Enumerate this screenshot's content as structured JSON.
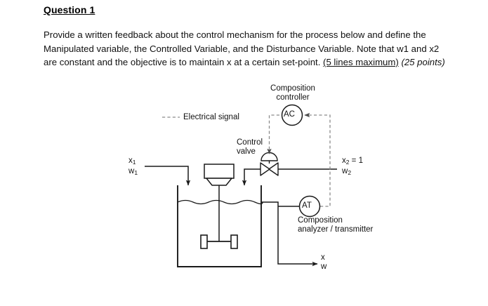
{
  "question": {
    "title": "Question 1",
    "body_lines": [
      [
        {
          "text": "Provide a written feedback about the control mechanism for the process below and define the",
          "style": "normal"
        }
      ],
      [
        {
          "text": "Manipulated variable, the Controlled Variable, and the Disturbance Variable. Note that w1 and x2",
          "style": "normal"
        }
      ],
      [
        {
          "text": "are constant and the objective is to maintain x at a certain set-point. ",
          "style": "normal"
        },
        {
          "text": "(5 lines maximum)",
          "style": "underline"
        },
        {
          "text": " ",
          "style": "normal"
        },
        {
          "text": "(25 points)",
          "style": "italic"
        }
      ]
    ]
  },
  "diagram": {
    "type": "process-control-block-diagram",
    "legend": {
      "dash_label": "Electrical signal"
    },
    "labels": {
      "composition_controller_line1": "Composition",
      "composition_controller_line2": "controller",
      "control_valve_line1": "Control",
      "control_valve_line2": "valve",
      "composition_analyzer_line1": "Composition",
      "composition_analyzer_line2": "analyzer / transmitter"
    },
    "bubbles": {
      "controller_tag": "AC",
      "transmitter_tag": "AT"
    },
    "streams": {
      "inlet1_composition": "x",
      "inlet1_composition_sub": "1",
      "inlet1_flow": "w",
      "inlet1_flow_sub": "1",
      "inlet2_composition": "x",
      "inlet2_composition_sub": "2",
      "inlet2_composition_value": " = 1",
      "inlet2_flow": "w",
      "inlet2_flow_sub": "2",
      "outlet_composition": "x",
      "outlet_flow": "w"
    },
    "colors": {
      "line": "#1a1a1a",
      "signal_dash": "#7a7a7a",
      "text": "#111111",
      "background": "#ffffff"
    }
  }
}
